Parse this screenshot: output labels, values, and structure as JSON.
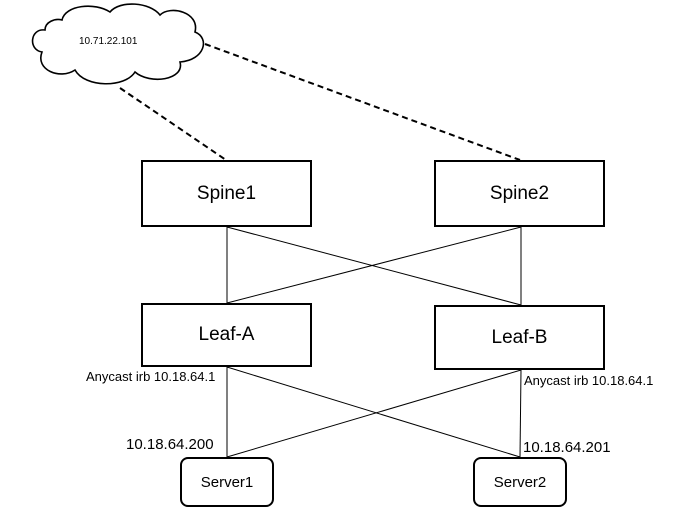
{
  "cloud": {
    "label": "10.71.22.101"
  },
  "spines": {
    "spine1": "Spine1",
    "spine2": "Spine2"
  },
  "leaves": {
    "leaf_a": "Leaf-A",
    "leaf_b": "Leaf-B",
    "leaf_a_irb": "Anycast irb 10.18.64.1",
    "leaf_b_irb": "Anycast irb 10.18.64.1"
  },
  "servers": {
    "server1": "Server1",
    "server2": "Server2",
    "server1_ip": "10.18.64.200",
    "server2_ip": "10.18.64.201"
  },
  "colors": {
    "line": "#000000",
    "background": "#ffffff"
  }
}
